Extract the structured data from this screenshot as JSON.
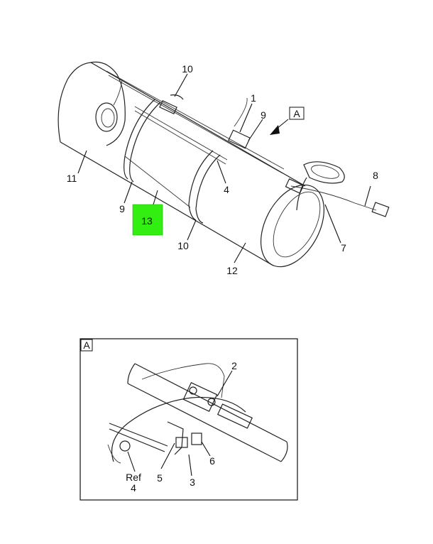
{
  "callouts": {
    "c1": "1",
    "c9_top": "9",
    "c10_top": "10",
    "c11": "11",
    "c9_left": "9",
    "c13": "13",
    "c10_bottom": "10",
    "c4": "4",
    "c12": "12",
    "c7": "7",
    "c8": "8",
    "view_a": "A"
  },
  "detail": {
    "label": "A",
    "c2": "2",
    "c6": "6",
    "c3": "3",
    "c5": "5",
    "ref": "Ref",
    "ref_num": "4"
  },
  "colors": {
    "highlight": "#33ee11",
    "line": "#222222"
  }
}
